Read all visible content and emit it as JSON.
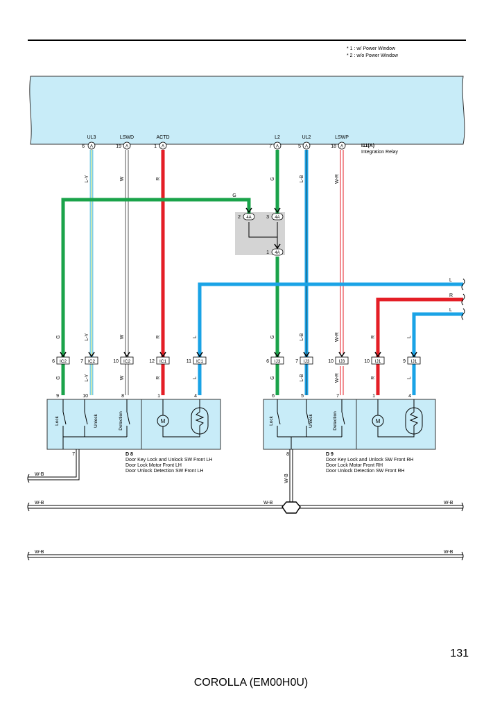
{
  "notes": [
    "* 1 : w/ Power Window",
    "* 2 : w/o Power Window"
  ],
  "relay": {
    "code": "I11(A)",
    "name": "Integration Relay",
    "terminals": [
      {
        "label": "UL3",
        "pin": "6",
        "letter": "A"
      },
      {
        "label": "LSWD",
        "pin": "19",
        "letter": "A"
      },
      {
        "label": "ACTD",
        "pin": "1",
        "letter": "A"
      },
      {
        "label": "L2",
        "pin": "7",
        "letter": "A"
      },
      {
        "label": "UL2",
        "pin": "5",
        "letter": "A"
      },
      {
        "label": "LSWP",
        "pin": "18",
        "letter": "A"
      }
    ]
  },
  "junction": {
    "connector": "4A",
    "pins": [
      "2",
      "3",
      "1"
    ]
  },
  "wire_colors": {
    "ul3": "L-Y",
    "lswd": "W",
    "actd": "R",
    "l2": "G",
    "ul2": "L-B",
    "lswp": "W-R",
    "g_branch": "G",
    "right_l_top": "L",
    "right_r": "R",
    "right_l_bottom": "L"
  },
  "connectors": [
    {
      "pin": "6",
      "code": "IC2",
      "color": "G"
    },
    {
      "pin": "7",
      "code": "IC2",
      "color": "L-Y"
    },
    {
      "pin": "10",
      "code": "IC2",
      "color": "W"
    },
    {
      "pin": "12",
      "code": "IC1",
      "color": "R"
    },
    {
      "pin": "11",
      "code": "IC1",
      "color": "L"
    },
    {
      "pin": "6",
      "code": "IJ3",
      "color": "G"
    },
    {
      "pin": "7",
      "code": "IJ3",
      "color": "L-B"
    },
    {
      "pin": "10",
      "code": "IJ3",
      "color": "W-R"
    },
    {
      "pin": "10",
      "code": "IJ1",
      "color": "R"
    },
    {
      "pin": "9",
      "code": "IJ1",
      "color": "L"
    }
  ],
  "components": {
    "d8": {
      "code": "D 8",
      "lines": [
        "Door Key Lock and Unlock SW Front LH",
        "Door Lock Motor Front LH",
        "Door Unlock Detection SW Front LH"
      ],
      "pins": [
        "9",
        "10",
        "8",
        "1",
        "4"
      ],
      "ground_pin": "7",
      "switches": [
        "Lock",
        "Unlock",
        "Detection"
      ],
      "motor": "M"
    },
    "d9": {
      "code": "D 9",
      "lines": [
        "Door Key Lock and Unlock SW Front RH",
        "Door Lock Motor Front RH",
        "Door Unlock Detection SW Front RH"
      ],
      "pins": [
        "6",
        "5",
        "7",
        "1",
        "4"
      ],
      "ground_pin": "8",
      "switches": [
        "Lock",
        "Unlock",
        "Detection"
      ],
      "motor": "M"
    }
  },
  "ground_wires": {
    "d8_out": "W-B",
    "d9_drop": "W-B",
    "bus1_left": "W-B",
    "bus1_mid": "W-B",
    "bus1_right": "W-B",
    "bus2_left": "W-B",
    "bus2_right": "W-B"
  },
  "colors": {
    "green": "#1aa34a",
    "blue": "#1aa3e6",
    "red": "#e41e26",
    "bg_ecu": "#c8ecf8"
  },
  "page_number": "131",
  "footer": "COROLLA (EM00H0U)"
}
